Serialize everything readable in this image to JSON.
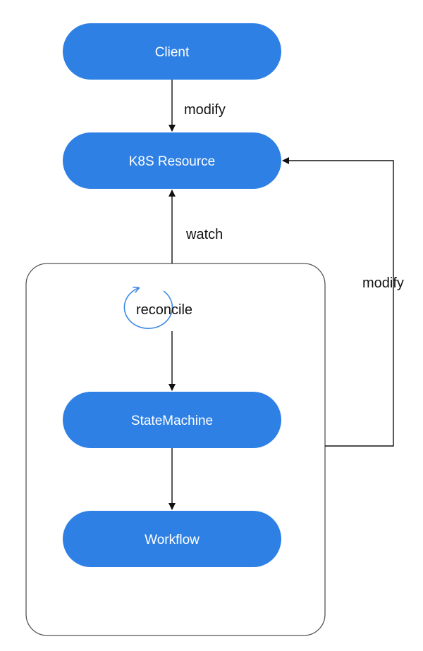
{
  "nodes": {
    "client": "Client",
    "k8s_resource": "K8S Resource",
    "state_machine": "StateMachine",
    "workflow": "Workflow"
  },
  "edges": {
    "client_modify": "modify",
    "watch": "watch",
    "reconcile": "reconcile",
    "side_modify": "modify"
  },
  "colors": {
    "node_fill": "#2f80e4",
    "node_text": "#ffffff",
    "line": "#111111",
    "container_border": "#555555",
    "reconcile_loop": "#3d8ae6"
  }
}
